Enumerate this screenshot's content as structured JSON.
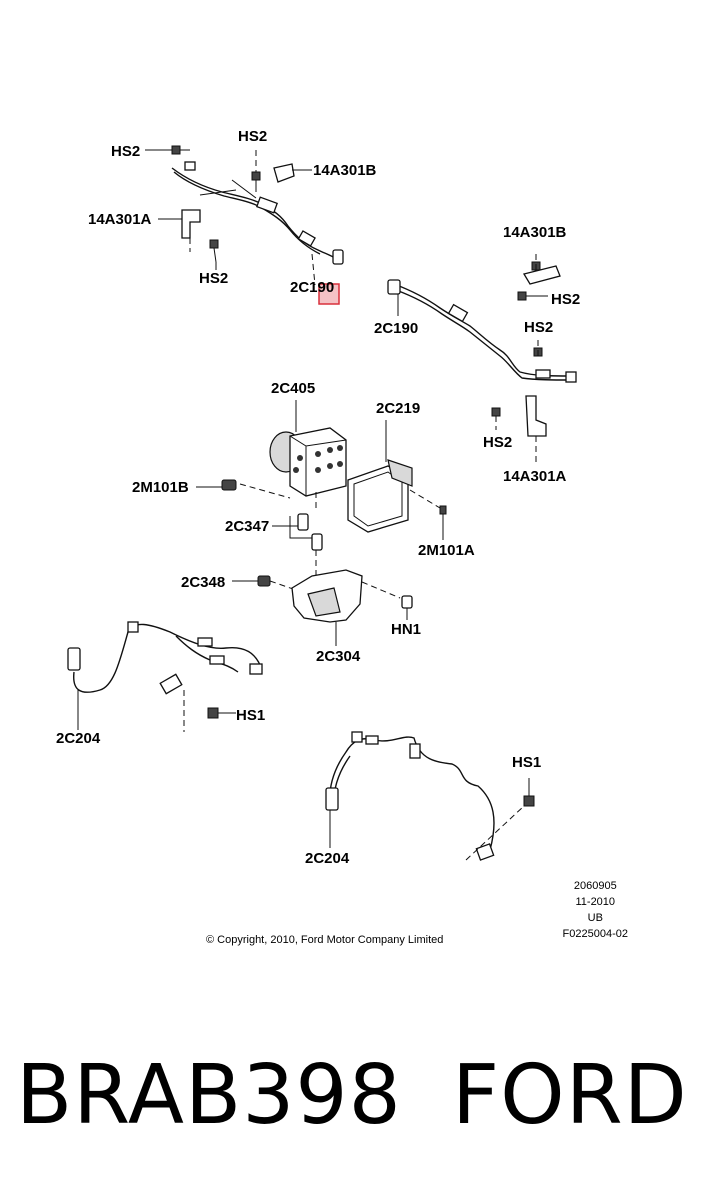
{
  "labels": {
    "hs2_a": "HS2",
    "hs2_b": "HS2",
    "bracket_14a301b_left": "14A301B",
    "bracket_14a301a_left": "14A301A",
    "hs2_c": "HS2",
    "sensor_2c190_left": "2C190",
    "bracket_14a301b_right": "14A301B",
    "hs2_d": "HS2",
    "sensor_2c190_right": "2C190",
    "hs2_e": "HS2",
    "hs2_f": "HS2",
    "bracket_14a301a_right": "14A301A",
    "abs_unit_2c405": "2C405",
    "module_2c219": "2C219",
    "bolt_2m101b": "2M101B",
    "bolt_2m101a": "2M101A",
    "insulator_2c347": "2C347",
    "bolt_2c348": "2C348",
    "bracket_2c304": "2C304",
    "nut_hn1": "HN1",
    "hs1_left": "HS1",
    "sensor_2c204_left": "2C204",
    "hs1_right": "HS1",
    "sensor_2c204_right": "2C204"
  },
  "meta": {
    "line1": "2060905",
    "line2": "11-2010",
    "line3": "UB",
    "line4": "F0225004-02"
  },
  "copyright": "© Copyright, 2010, Ford Motor Company Limited",
  "part_number": "BRAB398",
  "brand": "FORD",
  "highlight_color": "#e0505a"
}
